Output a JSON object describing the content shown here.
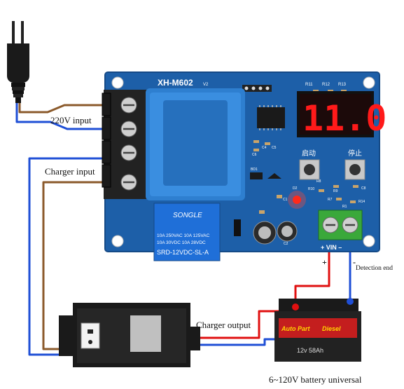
{
  "board": {
    "model": "XH-M602",
    "version": "V2",
    "display_value": "11.0",
    "start_button_label": "启动",
    "stop_button_label": "停止",
    "resistor_labels": [
      "R11",
      "R12",
      "R13"
    ],
    "component_labels": [
      "C6",
      "C4",
      "C5",
      "BD1",
      "D2",
      "C1",
      "C2",
      "R8",
      "R10",
      "R9",
      "R7",
      "R14",
      "R1",
      "C8"
    ],
    "terminal_label": "+ VIN –",
    "relay": {
      "brand": "SONGLE",
      "line1": "10A 250VAC  10A 125VAC",
      "line2": "10A  30VDC  10A  28VDC",
      "model": "SRD-12VDC-SL-A"
    }
  },
  "labels": {
    "input_220v": "220V input",
    "charger_input": "Charger input",
    "charger_output": "Charger output",
    "detection_end": "Detection end",
    "battery_caption": "6~120V battery universal",
    "plus_sign": "+",
    "minus_sign": "-"
  },
  "battery": {
    "brand_left": "Auto Part",
    "brand_right": "Diesel",
    "spec": "12v 58Ah"
  },
  "colors": {
    "pcb": "#1d5fa8",
    "pcb_dark": "#154a86",
    "display_red": "#ff1a1a",
    "wire_brown": "#8b5a2b",
    "wire_blue": "#1f4fd6",
    "wire_red": "#e01010",
    "terminal_green": "#3aa83a",
    "transformer_blue": "#2e7fd0",
    "battery_red": "#c41e1e"
  },
  "icons": [
    "power-plug-icon",
    "charger-adapter-icon",
    "car-battery-icon"
  ]
}
